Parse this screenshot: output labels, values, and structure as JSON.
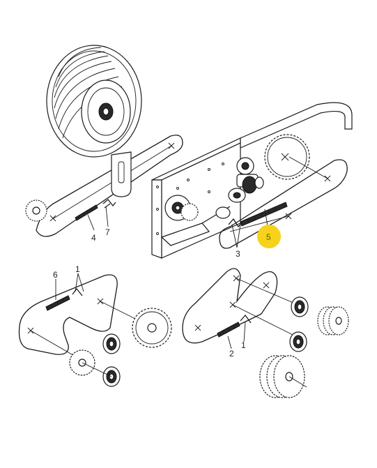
{
  "callouts": {
    "main_3": "3",
    "main_4": "4",
    "main_5": "5",
    "main_7": "7",
    "left_1": "1",
    "left_6": "6",
    "right_1": "1",
    "right_2": "2"
  },
  "colors": {
    "line": "#1a1a1a",
    "highlight": "#f7d21b",
    "background": "#ffffff"
  }
}
